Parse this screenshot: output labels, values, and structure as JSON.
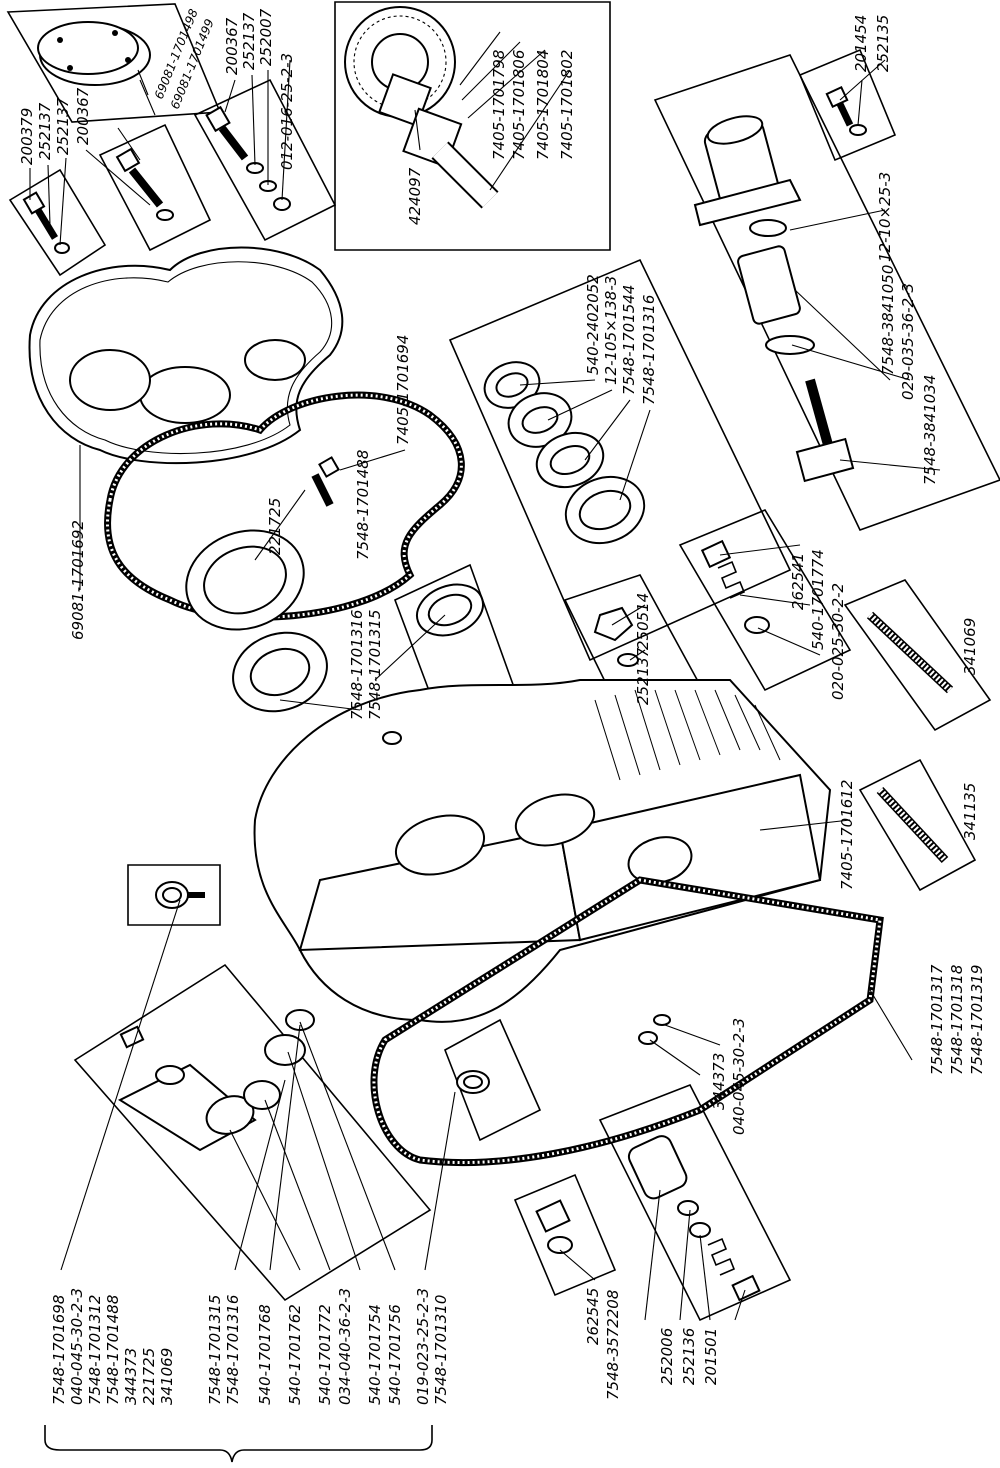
{
  "labels": {
    "t1": "69081-1701498",
    "t2": "69081-1701499",
    "t3": "200379",
    "t4": "252137",
    "t5": "252137",
    "t6": "200367",
    "t7": "200367",
    "t8": "252137",
    "t9": "252007",
    "t10": "012-016-25-2-3",
    "t11": "7405-1701798",
    "t12": "7405-1701806",
    "t13": "7405-1701804",
    "t14": "7405-1701802",
    "t15": "424097",
    "t16": "201454",
    "t17": "252135",
    "t18": "12-10×25-3",
    "t19": "7548-3841050",
    "t20": "029-035-36-2-3",
    "t21": "7548-3841034",
    "t22": "540-2402052",
    "t23": "12-105×138-3",
    "t24": "7548-1701544",
    "t25": "7548-1701316",
    "t26": "7405-1701694",
    "t27": "7548-1701488",
    "t28": "221725",
    "t29": "69081-1701692",
    "t30": "7548-1701316",
    "t31": "7548-1701315",
    "t32": "250514",
    "t33": "252137",
    "t34": "262541",
    "t35": "540-1701774",
    "t36": "020-025-30-2-2",
    "t37": "341069",
    "t38": "7405-1701612",
    "t39": "341135",
    "t40": "344373",
    "t41": "040-045-30-2-3",
    "t42": "7548-1701317",
    "t43": "7548-1701318",
    "t44": "7548-1701319",
    "t45": "262545",
    "t46": "7548-3572208",
    "t47": "252006",
    "t48": "252136",
    "t49": "201501",
    "t50": "7548-1701698",
    "t51": "040-045-30-2-3",
    "t52": "7548-1701312",
    "t53": "7548-1701488",
    "t54": "344373",
    "t55": "221725",
    "t56": "341069",
    "t57": "7548-1701315",
    "t58": "7548-1701316",
    "t59": "540-1701768",
    "t60": "540-1701762",
    "t61": "540-1701772",
    "t62": "034-040-36-2-3",
    "t63": "540-1701754",
    "t64": "540-1701756",
    "t65": "019-023-25-2-3",
    "t66": "7548-1701310"
  }
}
